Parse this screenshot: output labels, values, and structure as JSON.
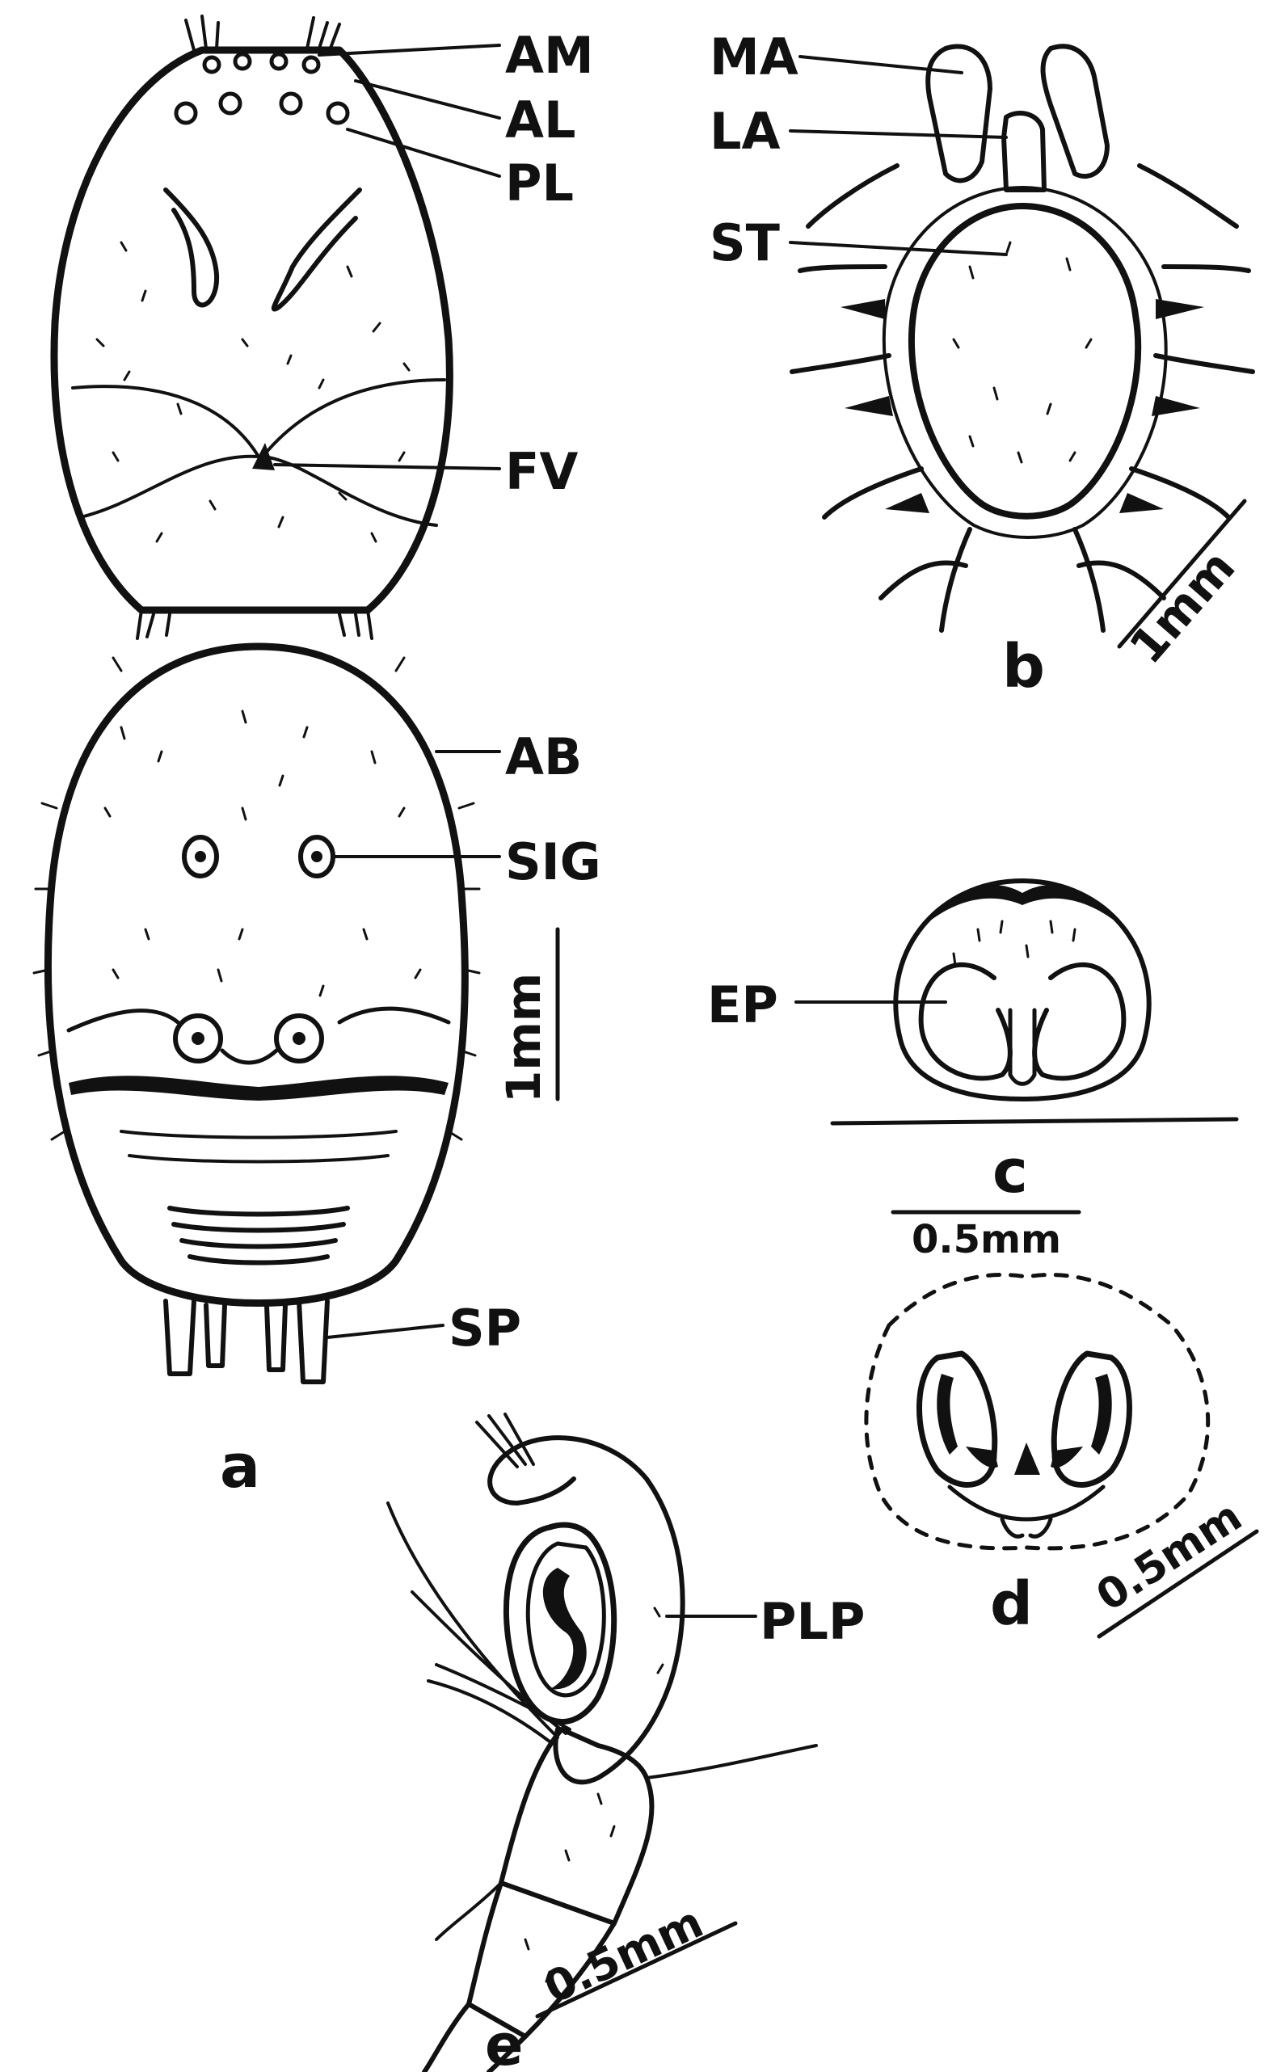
{
  "panels": {
    "a": {
      "letter": "a",
      "labels": {
        "am": "AM",
        "al": "AL",
        "pl": "PL",
        "fv": "FV",
        "ab": "AB",
        "sig": "SIG",
        "sp": "SP"
      },
      "scale": "1mm"
    },
    "b": {
      "letter": "b",
      "labels": {
        "ma": "MA",
        "la": "LA",
        "st": "ST"
      },
      "scale": "1mm"
    },
    "c": {
      "letter": "c",
      "labels": {
        "ep": "EP"
      },
      "scale": "0.5mm"
    },
    "d": {
      "letter": "d",
      "scale": "0.5mm"
    },
    "e": {
      "letter": "e",
      "labels": {
        "plp": "PLP"
      },
      "scale": "0.5mm"
    }
  },
  "colors": {
    "ink": "#111111",
    "paper": "#ffffff"
  }
}
